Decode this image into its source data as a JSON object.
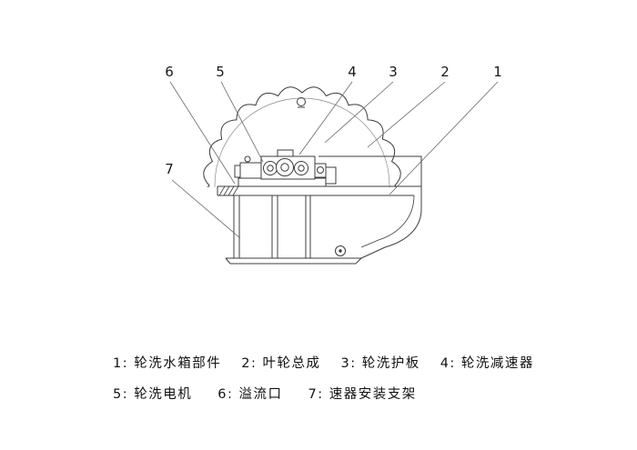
{
  "figure": {
    "title": "wheel-sand-washer-side-view",
    "callouts": [
      {
        "label": "1"
      },
      {
        "label": "2"
      },
      {
        "label": "3"
      },
      {
        "label": "4"
      },
      {
        "label": "5"
      },
      {
        "label": "6"
      },
      {
        "label": "7"
      }
    ]
  },
  "legend": {
    "row1": [
      "1: 轮洗水箱部件",
      "2: 叶轮总成",
      "3: 轮洗护板",
      "4: 轮洗减速器"
    ],
    "row2": [
      "5: 轮洗电机",
      "6: 溢流口",
      "7: 速器安装支架"
    ]
  },
  "colors": {
    "line": "#3c3c3c",
    "leader": "#666666",
    "text": "#1a1a1a",
    "background": "#ffffff"
  }
}
